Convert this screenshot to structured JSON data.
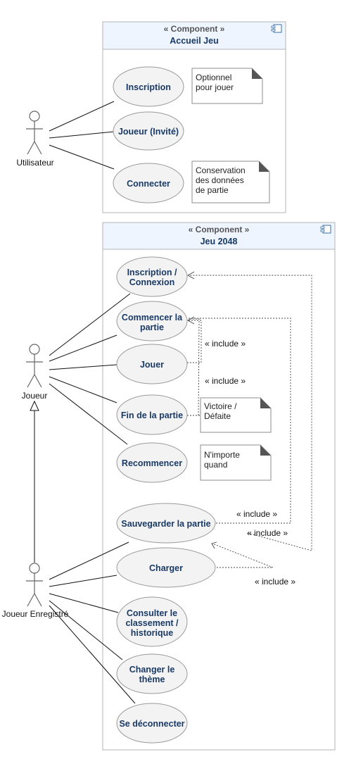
{
  "components": [
    {
      "stereotype": "« Component »",
      "title": "Accueil Jeu"
    },
    {
      "stereotype": "« Component »",
      "title": "Jeu 2048"
    }
  ],
  "actors": [
    {
      "name": "Utilisateur"
    },
    {
      "name": "Joueur"
    },
    {
      "name": "Joueur Enregistré"
    }
  ],
  "use_cases": [
    {
      "lines": [
        "Inscription"
      ]
    },
    {
      "lines": [
        "Joueur (Invité)"
      ]
    },
    {
      "lines": [
        "Connecter"
      ]
    },
    {
      "lines": [
        "Inscription /",
        "Connexion"
      ]
    },
    {
      "lines": [
        "Commencer la",
        "partie"
      ]
    },
    {
      "lines": [
        "Jouer"
      ]
    },
    {
      "lines": [
        "Fin de la partie"
      ]
    },
    {
      "lines": [
        "Recommencer"
      ]
    },
    {
      "lines": [
        "Sauvegarder la partie"
      ]
    },
    {
      "lines": [
        "Charger"
      ]
    },
    {
      "lines": [
        "Consulter le",
        "classement /",
        "historique"
      ]
    },
    {
      "lines": [
        "Changer le",
        "thème"
      ]
    },
    {
      "lines": [
        "Se déconnecter"
      ]
    }
  ],
  "notes": [
    {
      "lines": [
        "Optionnel",
        "pour jouer"
      ]
    },
    {
      "lines": [
        "Conservation",
        "des données",
        "de partie"
      ]
    },
    {
      "lines": [
        "Victoire /",
        "Défaite"
      ]
    },
    {
      "lines": [
        "N'importe",
        "quand"
      ]
    }
  ],
  "dependency_labels": [
    "« include »",
    "« include »",
    "« include »",
    "« include »",
    "« include »"
  ]
}
